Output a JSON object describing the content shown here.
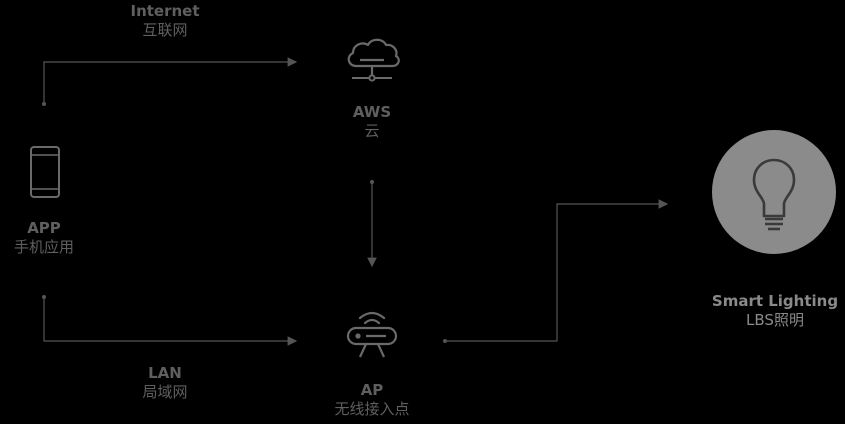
{
  "colors": {
    "background": "#000000",
    "line": "#555555",
    "label": "#5f5f5f",
    "label_bright": "#8a8a8a",
    "bulb_circle": "#8b8b8b",
    "icon_stroke": "#6a6a6a"
  },
  "edges": {
    "internet": {
      "en": "Internet",
      "zh": "互联网"
    },
    "lan": {
      "en": "LAN",
      "zh": "局域网"
    }
  },
  "nodes": {
    "app": {
      "en": "APP",
      "zh": "手机应用",
      "icon": "smartphone-icon"
    },
    "aws": {
      "en": "AWS",
      "zh": "云",
      "icon": "cloud-network-icon"
    },
    "ap": {
      "en": "AP",
      "zh": "无线接入点",
      "icon": "wifi-router-icon"
    },
    "light": {
      "en": "Smart Lighting",
      "zh": "LBS照明",
      "icon": "lightbulb-icon"
    }
  }
}
